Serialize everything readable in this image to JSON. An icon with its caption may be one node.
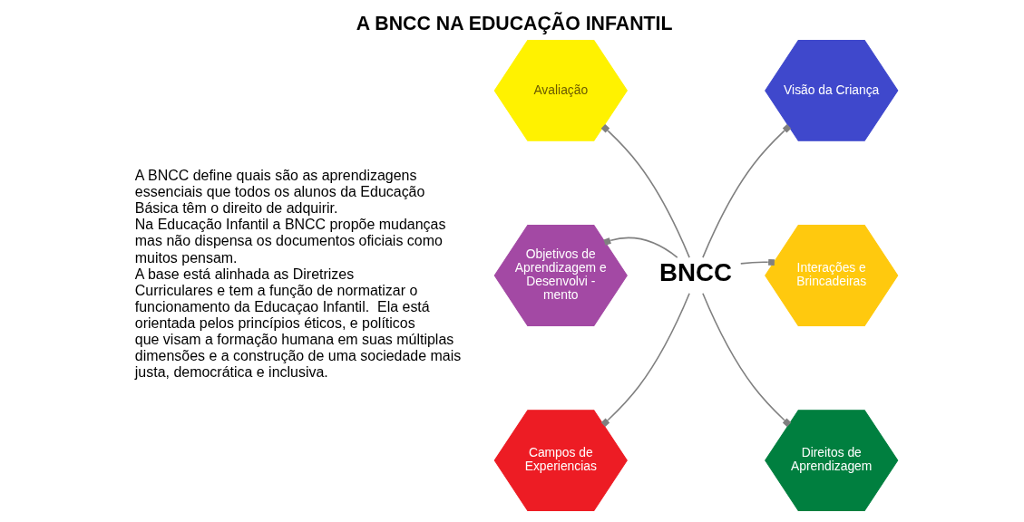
{
  "diagram": {
    "title": "A BNCC NA EDUCAÇÃO INFANTIL",
    "nodes": [
      {
        "text": [
          "BNCC"
        ]
      },
      {
        "text": [
          "Avaliação"
        ]
      },
      {
        "text": [
          "Visão da Criança"
        ]
      },
      {
        "text": [
          "Objetivos de Aprendizagem e Desenvolvi - mento"
        ]
      },
      {
        "text": [
          "Interações e Brincadeiras"
        ]
      },
      {
        "text": [
          "Campos de Experiencias"
        ]
      },
      {
        "text": [
          "Direitos de Aprendizagem"
        ]
      }
    ],
    "edges": [
      {
        "from": 0,
        "to": 1,
        "arrow": "other"
      },
      {
        "from": 0,
        "to": 2,
        "arrow": "other"
      },
      {
        "from": 0,
        "to": 3,
        "arrow": "other"
      },
      {
        "from": 0,
        "to": 4,
        "arrow": "other"
      },
      {
        "from": 0,
        "to": 5,
        "arrow": "other"
      },
      {
        "from": 0,
        "to": 6,
        "arrow": "other"
      }
    ],
    "labels": [
      "A BNCC define quais são as aprendizagens essenciais que todos os alunos da Educação Básica têm o direito de adquirir.",
      "Na Educação Infantil a BNCC propõe mudanças mas não dispensa os documentos oficiais como muitos pensam.",
      "A base está alinhada as Diretrizes Curriculares e tem a função de normatizar o funcionamento da Educaçao Infantil.  Ela está orientada pelos princípios éticos, e políticos que visam a formação humana em suas múltiplas dimensões e a construção de uma sociedade mais justa, democrática e inclusiva."
    ]
  }
}
